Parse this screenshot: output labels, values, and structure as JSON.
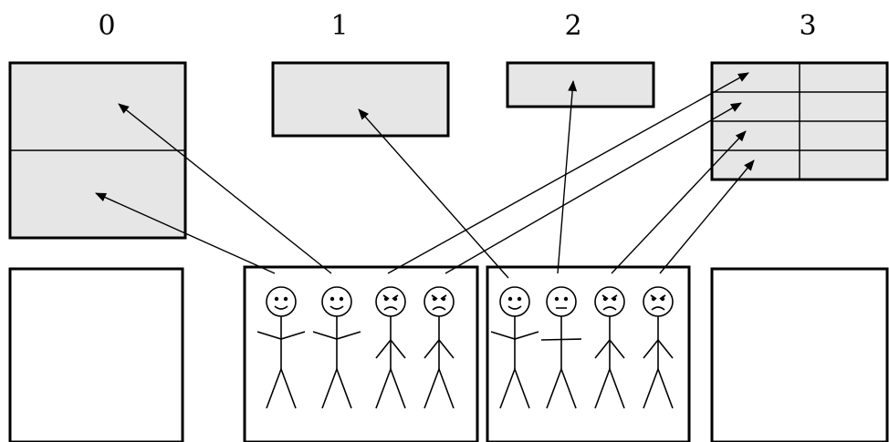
{
  "columns": [
    {
      "label": "0",
      "blocks": 2,
      "cols": 1
    },
    {
      "label": "1",
      "blocks": 1,
      "cols": 1
    },
    {
      "label": "2",
      "blocks": 1,
      "cols": 1
    },
    {
      "label": "3",
      "blocks": 4,
      "cols": 2
    }
  ],
  "figures": [
    {
      "mood": "happy",
      "arms": "wave"
    },
    {
      "mood": "happy",
      "arms": "wave"
    },
    {
      "mood": "angry",
      "arms": "down"
    },
    {
      "mood": "angry",
      "arms": "down"
    },
    {
      "mood": "happy",
      "arms": "wave"
    },
    {
      "mood": "neutral",
      "arms": "flat"
    },
    {
      "mood": "angry",
      "arms": "down"
    },
    {
      "mood": "angry",
      "arms": "down"
    }
  ],
  "mappings": [
    {
      "figure": 0,
      "column": 0,
      "block": 1
    },
    {
      "figure": 1,
      "column": 0,
      "block": 0
    },
    {
      "figure": 2,
      "column": 3,
      "block": 0
    },
    {
      "figure": 3,
      "column": 3,
      "block": 1
    },
    {
      "figure": 4,
      "column": 1,
      "block": 0
    },
    {
      "figure": 5,
      "column": 2,
      "block": 0
    },
    {
      "figure": 6,
      "column": 3,
      "block": 2
    },
    {
      "figure": 7,
      "column": 3,
      "block": 3
    }
  ],
  "colors": {
    "fill": "#e6e6e6",
    "stroke": "#000000",
    "background": "#ffffff"
  }
}
